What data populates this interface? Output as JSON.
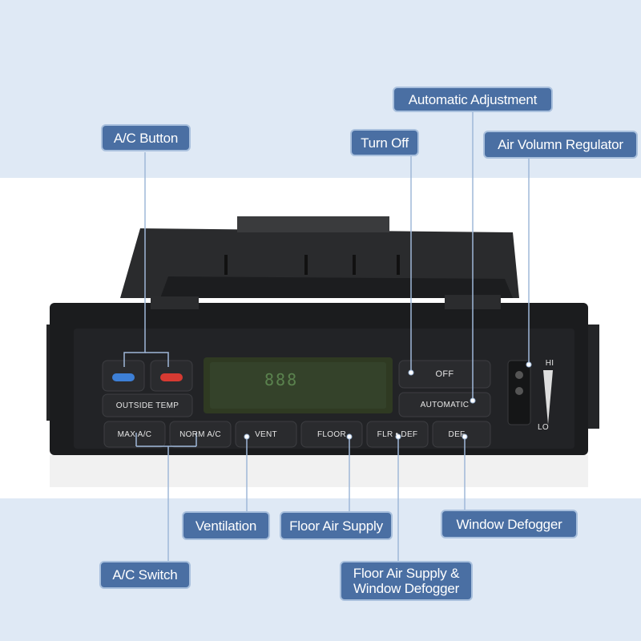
{
  "labels": {
    "automatic_adjustment": "Automatic Adjustment",
    "ac_button": "A/C Button",
    "turn_off": "Turn Off",
    "air_volume_regulator": "Air Volumn Regulator",
    "ventilation": "Ventilation",
    "floor_air_supply": "Floor Air Supply",
    "window_defogger": "Window Defogger",
    "ac_switch": "A/C Switch",
    "floor_air_supply_window_defogger_line1": "Floor Air Supply &",
    "floor_air_supply_window_defogger_line2": "Window Defogger"
  },
  "panel": {
    "outside_temp": "OUTSIDE TEMP",
    "off": "OFF",
    "automatic": "AUTOMATIC",
    "max_ac": "MAX A/C",
    "norm_ac": "NORM A/C",
    "vent": "VENT",
    "floor": "FLOOR",
    "flr_def": "FLR • DEF",
    "def": "DEF",
    "hi": "HI",
    "lo": "LO",
    "lcd": "888"
  },
  "colors": {
    "label_bg": "#4a6fa3",
    "cool_indicator": "#3d7fd6",
    "warm_indicator": "#d63a32",
    "lcd": "#2f3a22"
  }
}
